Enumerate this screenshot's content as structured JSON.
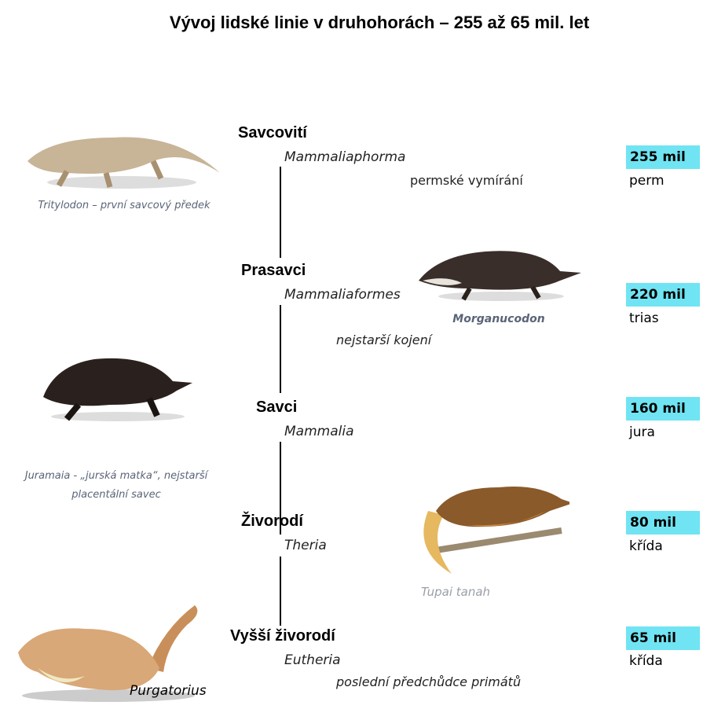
{
  "title": "Vývoj lidské linie v druhohorách – 255 až 65 mil. let",
  "groups": [
    {
      "name": "Savcovití",
      "latin": "Mammaliaphorma",
      "age": "255 mil",
      "period": "perm",
      "note": "permské vymírání"
    },
    {
      "name": "Prasavci",
      "latin": "Mammaliaformes",
      "age": "220 mil",
      "period": "trias",
      "note": "nejstarší kojení"
    },
    {
      "name": "Savci",
      "latin": "Mammalia",
      "age": "160 mil",
      "period": "jura"
    },
    {
      "name": "Živorodí",
      "latin": "Theria",
      "age": "80 mil",
      "period": "křída"
    },
    {
      "name": "Vyšší živorodí",
      "latin": "Eutheria",
      "age": "65 mil",
      "period": "křída",
      "note": "poslední předchůdce primátů"
    }
  ],
  "captions": {
    "tritylodon": "Tritylodon – první savcový předek",
    "morganucodon": "Morganucodon",
    "juramaia_1": "Juramaia - „jurská matka“, nejstarší",
    "juramaia_2": "placentální savec",
    "tupai": "Tupai tanah",
    "purgatorius": "Purgatorius"
  },
  "colors": {
    "badge": "#70e4f2"
  }
}
